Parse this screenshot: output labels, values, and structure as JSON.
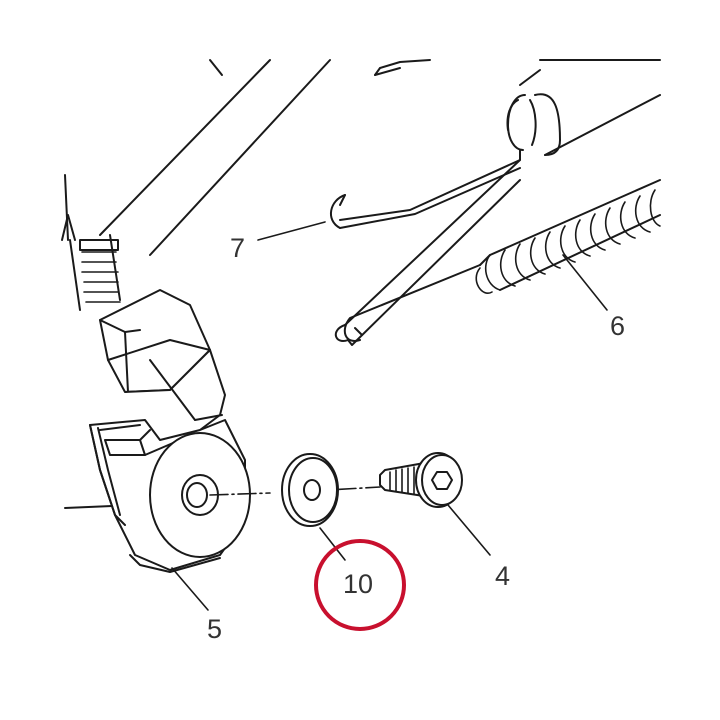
{
  "callouts": {
    "c7": "7",
    "c6": "6",
    "c4": "4",
    "c5": "5",
    "c10": "10"
  },
  "highlight": {
    "target": "10",
    "color": "#c8102e"
  },
  "colors": {
    "line": "#1a1a1a",
    "label": "#333333",
    "background": "#ffffff"
  }
}
